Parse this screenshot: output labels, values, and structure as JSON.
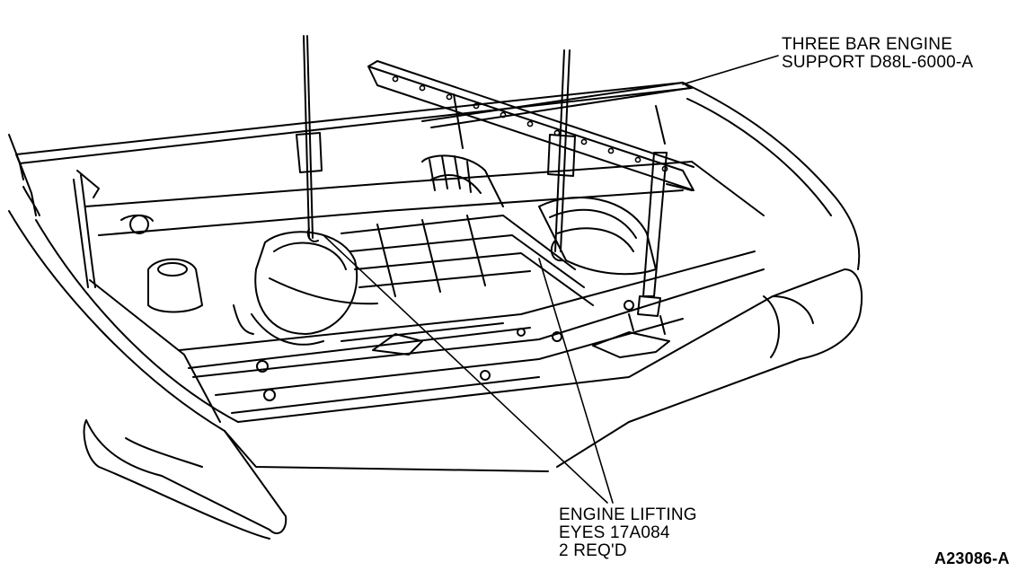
{
  "callouts": {
    "engine_support": {
      "line1": "THREE BAR ENGINE",
      "line2": "SUPPORT D88L-6000-A"
    },
    "lifting_eyes": {
      "line1": "ENGINE LIFTING",
      "line2": "EYES 17A084",
      "line3": "2 REQ'D"
    }
  },
  "figure_id": "A23086-A"
}
